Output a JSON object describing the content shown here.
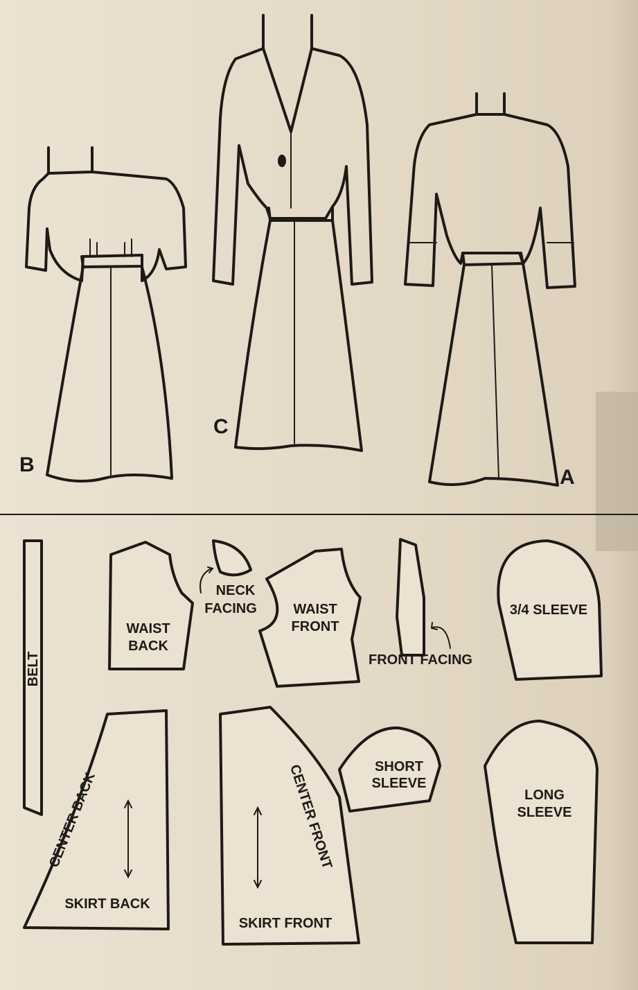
{
  "views": {
    "b": "B",
    "c": "C",
    "a": "A"
  },
  "pieces": {
    "belt": "BELT",
    "waist_back": [
      "WAIST",
      "BACK"
    ],
    "neck_facing": [
      "NECK",
      "FACING"
    ],
    "waist_front": [
      "WAIST",
      "FRONT"
    ],
    "front_facing": "FRONT FACING",
    "three_quarter_sleeve": "3/4 SLEEVE",
    "center_back": "CENTER BACK",
    "skirt_back": "SKIRT BACK",
    "center_front": "CENTER FRONT",
    "skirt_front": "SKIRT FRONT",
    "short_sleeve": [
      "SHORT",
      "SLEEVE"
    ],
    "long_sleeve": [
      "LONG",
      "SLEEVE"
    ]
  }
}
